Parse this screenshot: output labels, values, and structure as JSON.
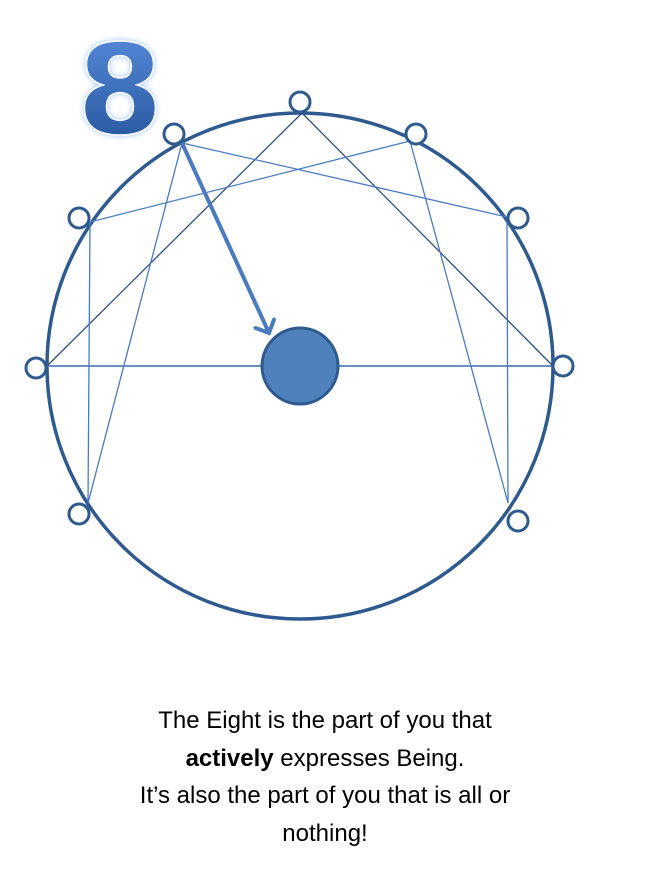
{
  "badge": {
    "number": "8"
  },
  "colors": {
    "circle": "#2f5a8f",
    "lines_light": "#4a7bbf",
    "lines_dark": "#2b4f7e",
    "center_fill": "#4f81bd",
    "arrow": "#4a7bbf"
  },
  "caption": {
    "line1": "The Eight is the part of you that",
    "line2_bold": "actively",
    "line2_rest": " expresses Being.",
    "line3": "It’s also the part of you that is all or",
    "line4": "nothing!"
  }
}
